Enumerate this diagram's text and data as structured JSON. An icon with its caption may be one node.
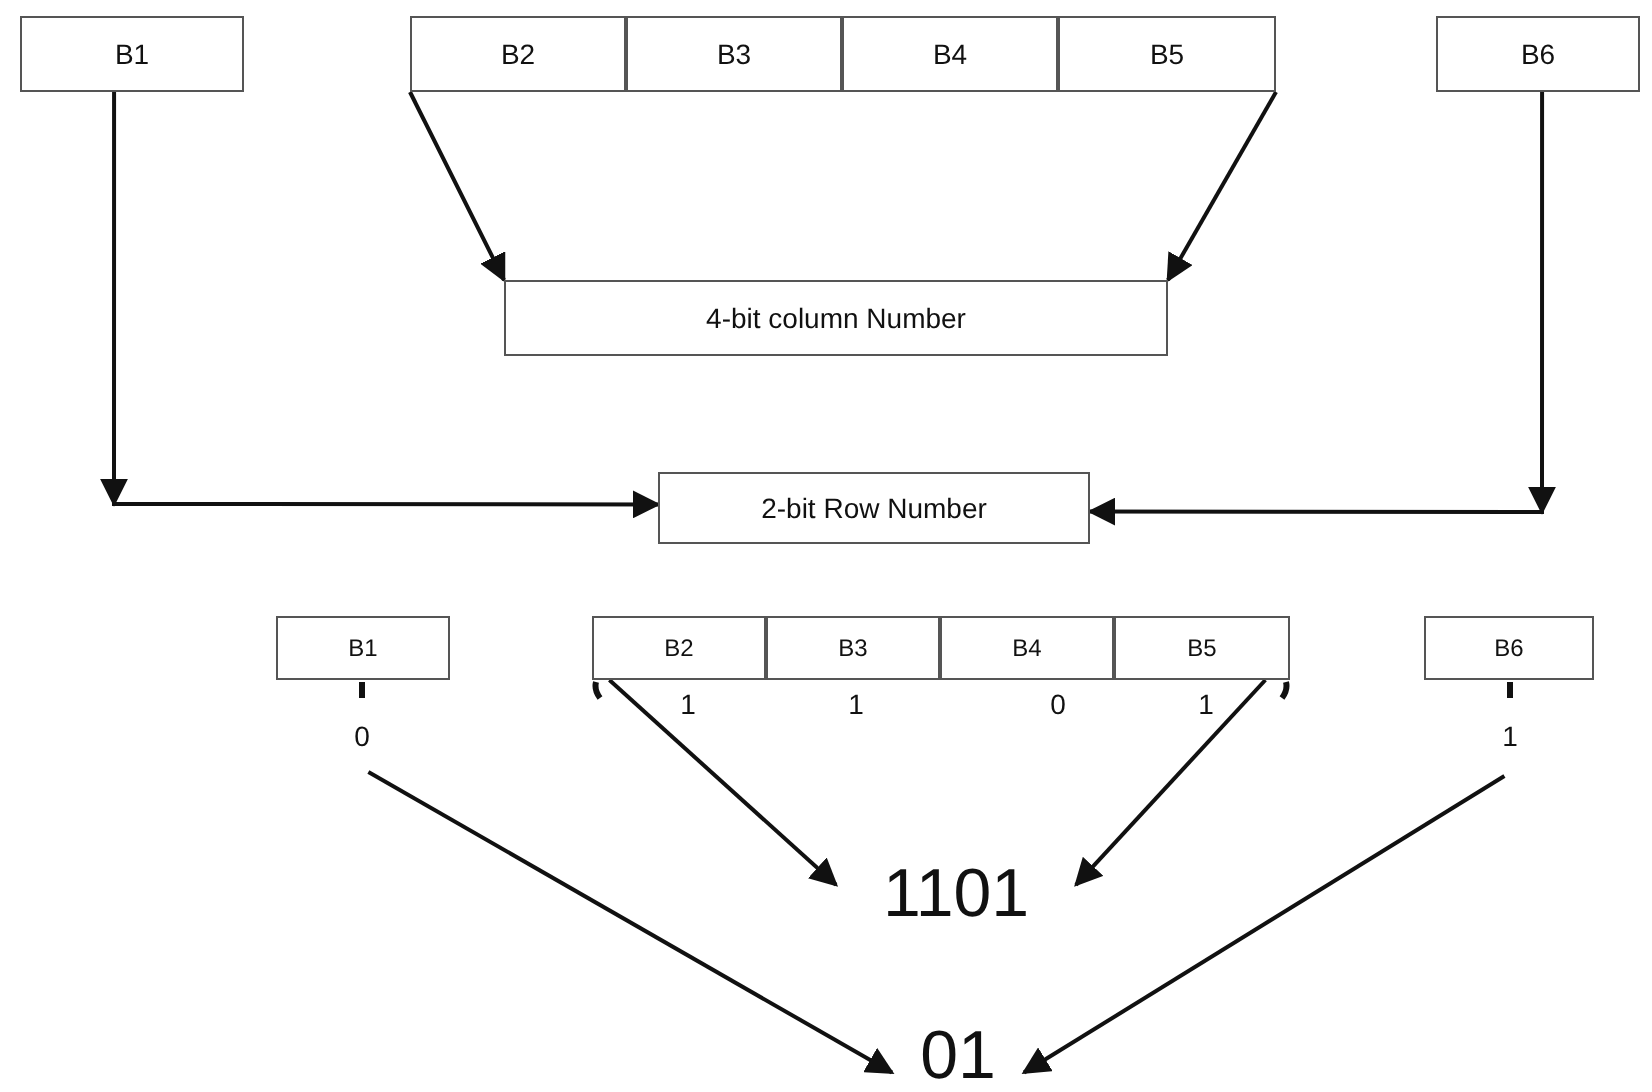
{
  "diagram": {
    "nodes": [
      {
        "text": [
          "B1"
        ]
      },
      {
        "text": [
          "B2"
        ]
      },
      {
        "text": [
          "B3"
        ]
      },
      {
        "text": [
          "B4"
        ]
      },
      {
        "text": [
          "B5"
        ]
      },
      {
        "text": [
          "B6"
        ]
      },
      {
        "text": [
          "4-bit column Number"
        ]
      },
      {
        "text": [
          "2-bit Row Number"
        ]
      },
      {
        "text": [
          "B1"
        ]
      },
      {
        "text": [
          "B2"
        ]
      },
      {
        "text": [
          "B3"
        ]
      },
      {
        "text": [
          "B4"
        ]
      },
      {
        "text": [
          "B5"
        ]
      },
      {
        "text": [
          "B6"
        ]
      },
      {
        "text": [
          "0"
        ]
      },
      {
        "text": [
          "1"
        ]
      },
      {
        "text": [
          "1"
        ]
      },
      {
        "text": [
          "0"
        ]
      },
      {
        "text": [
          "1"
        ]
      },
      {
        "text": [
          "1"
        ]
      },
      {
        "text": [
          "1101"
        ]
      },
      {
        "text": [
          "01"
        ]
      }
    ],
    "edges": [
      {
        "from": 0,
        "to": 7,
        "arrow": "to"
      },
      {
        "from": 1,
        "to": 6,
        "arrow": "to"
      },
      {
        "from": 4,
        "to": 6,
        "arrow": "to"
      },
      {
        "from": 5,
        "to": 7,
        "arrow": "to"
      },
      {
        "from": 14,
        "to": 21,
        "arrow": "to"
      },
      {
        "from": 9,
        "to": 20,
        "arrow": "to"
      },
      {
        "from": 12,
        "to": 20,
        "arrow": "to"
      },
      {
        "from": 19,
        "to": 21,
        "arrow": "to"
      }
    ]
  }
}
